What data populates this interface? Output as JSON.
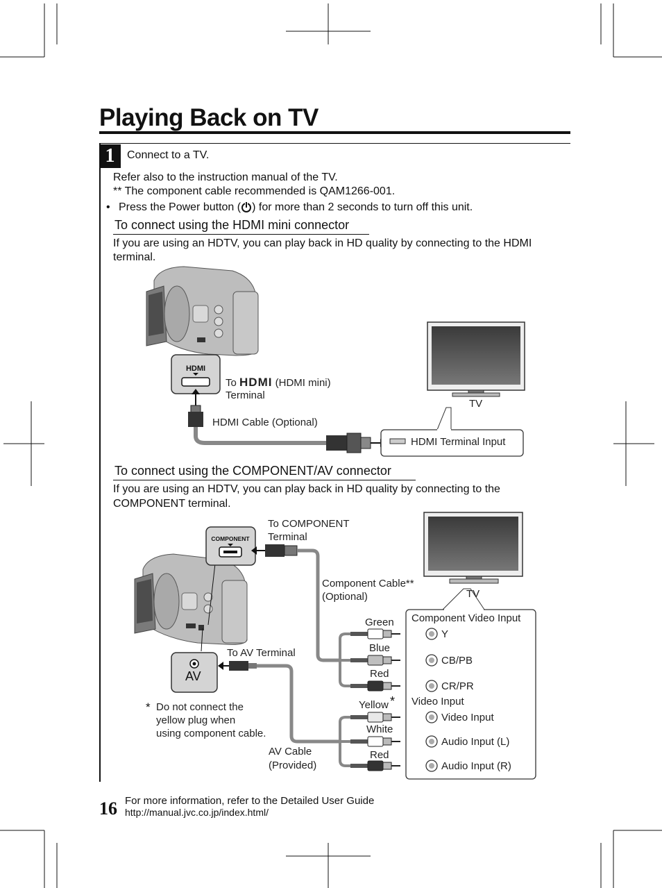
{
  "page": {
    "title": "Playing Back on TV",
    "step_number": "1",
    "step_text": "Connect to a TV.",
    "note1": "Refer also to the instruction manual of the TV.",
    "note2": "** The component cable recommended is QAM1266-001.",
    "bullet_pre": "Press the Power button (",
    "bullet_post": ") for more than 2 seconds to turn off this unit.",
    "bullet_icon": "power-icon"
  },
  "hdmi": {
    "heading": "To connect using the HDMI mini connector",
    "desc1": "If you are using an HDTV, you can play back in HD quality by connecting to the HDMI",
    "desc2": "terminal.",
    "port_logo": "HDMI",
    "to_label_pre": "To",
    "to_label_logo": "HDMI",
    "to_label_post": "(HDMI mini)",
    "to_label_line2": "Terminal",
    "cable_label": "HDMI Cable (Optional)",
    "tv_label": "TV",
    "input_label": "HDMI Terminal Input"
  },
  "component": {
    "heading": "To connect using the COMPONENT/AV connector",
    "desc1": "If you are using an HDTV, you can play back in HD quality by connecting to the",
    "desc2": "COMPONENT terminal.",
    "port_logo": "COMPONENT",
    "to_component_1": "To COMPONENT",
    "to_component_2": "Terminal",
    "cable_1": "Component Cable**",
    "cable_2": "(Optional)",
    "tv_label": "TV",
    "av_port_label": "AV",
    "to_av": "To AV Terminal",
    "note_star": "*",
    "note1": "Do not connect the",
    "note2": "yellow plug when",
    "note3": "using component cable.",
    "av_cable_1": "AV Cable",
    "av_cable_2": "(Provided)",
    "plugs": {
      "green": "Green",
      "blue": "Blue",
      "red1": "Red",
      "yellow": "Yellow",
      "yellow_star": "*",
      "white": "White",
      "red2": "Red"
    },
    "panel": {
      "comp_head": "Component Video Input",
      "y": "Y",
      "cb": "CB/PB",
      "cr": "CR/PR",
      "video_head": "Video Input",
      "video_in": "Video Input",
      "audio_l": "Audio Input (L)",
      "audio_r": "Audio Input (R)"
    }
  },
  "footer": {
    "page_number": "16",
    "line1": "For more information, refer to the Detailed User Guide",
    "line2": "http://manual.jvc.co.jp/index.html/"
  }
}
